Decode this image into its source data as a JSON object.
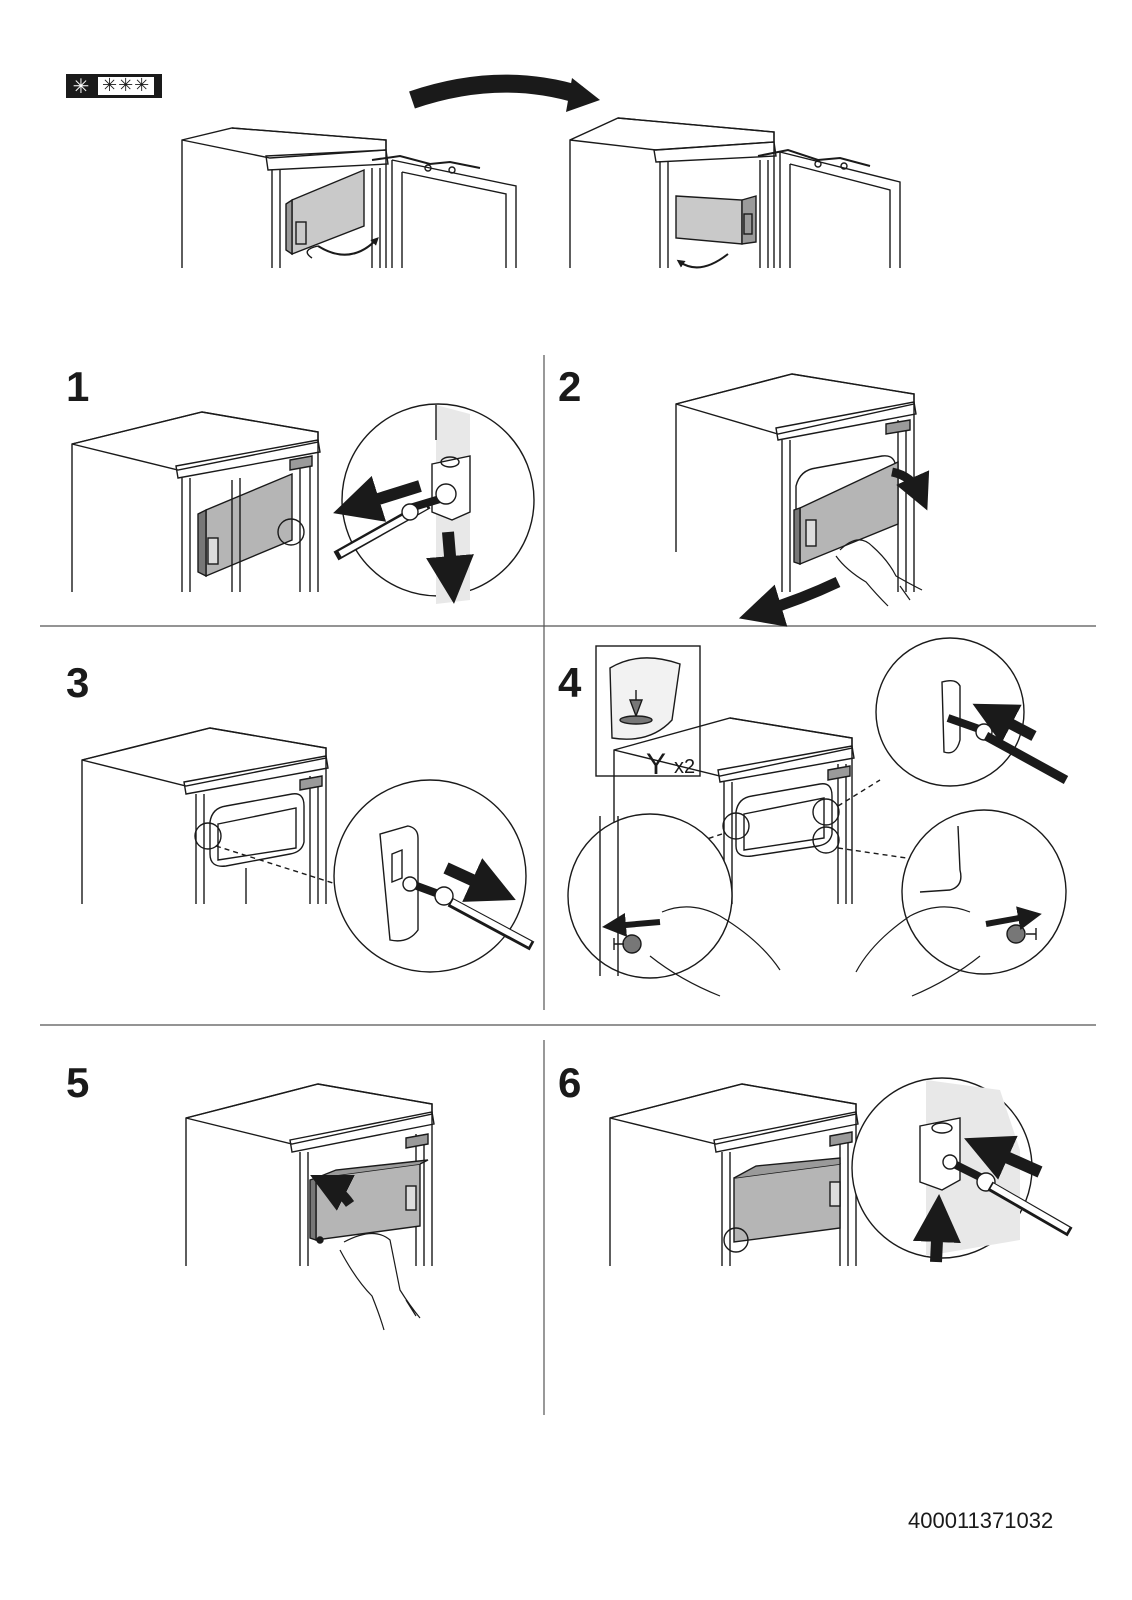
{
  "header": {
    "freezer_badge": {
      "single_star": "✳",
      "triple_star": "✳✳✳",
      "icon": "freezer-star-rating-icon"
    }
  },
  "steps": [
    {
      "number": "1",
      "icon": "unscrew-hinge-illustration"
    },
    {
      "number": "2",
      "icon": "remove-door-illustration"
    },
    {
      "number": "3",
      "icon": "remove-hinge-pin-illustration"
    },
    {
      "number": "4",
      "icon": "insert-caps-illustration"
    },
    {
      "number": "5",
      "icon": "mount-door-illustration"
    },
    {
      "number": "6",
      "icon": "screw-hinge-illustration"
    }
  ],
  "kit": {
    "label": "Y",
    "multiplier": "x2",
    "icon": "parts-bag-icon"
  },
  "footer": {
    "document_code": "400011371032"
  }
}
